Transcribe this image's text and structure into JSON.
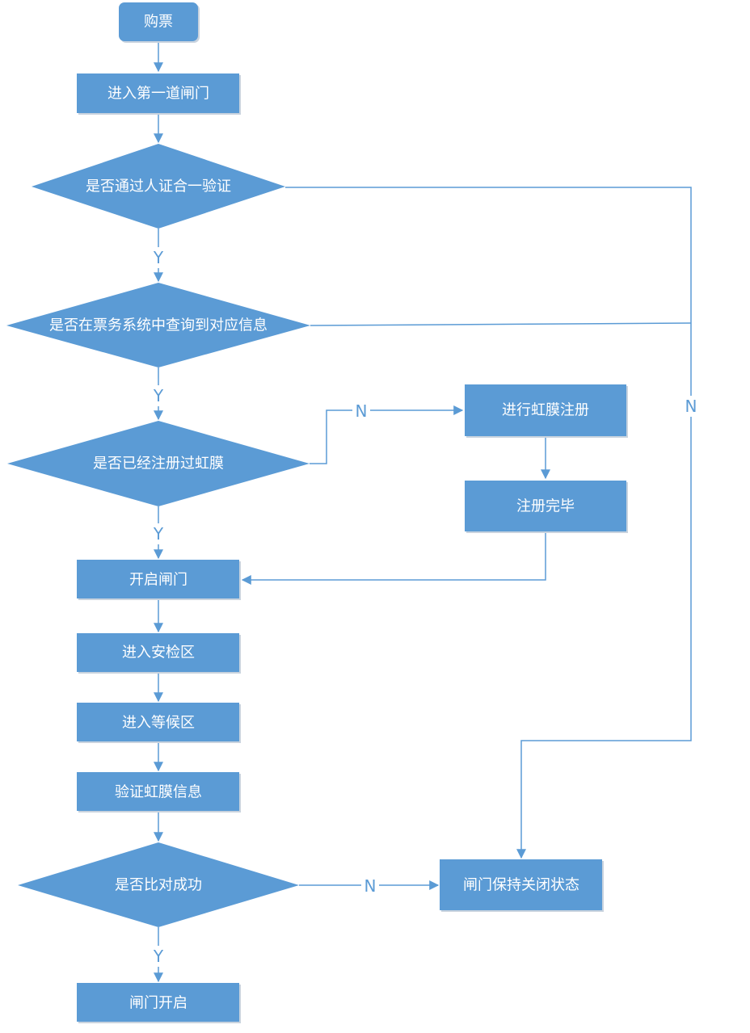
{
  "colors": {
    "node_fill": "#5b9bd5",
    "edge": "#5b9bd5",
    "node_text": "#ffffff",
    "shadow": "#c9d3de"
  },
  "nodes": {
    "buy_ticket": "购票",
    "enter_first_gate": "进入第一道闸门",
    "check_id_match": "是否通过人证合一验证",
    "check_ticket_system": "是否在票务系统中查询到对应信息",
    "check_iris_registered": "是否已经注册过虹膜",
    "register_iris": "进行虹膜注册",
    "registration_done": "注册完毕",
    "open_gate": "开启闸门",
    "enter_security": "进入安检区",
    "enter_waiting": "进入等候区",
    "verify_iris": "验证虹膜信息",
    "check_match": "是否比对成功",
    "gate_stays_closed": "闸门保持关闭状态",
    "gate_opens": "闸门开启"
  },
  "edge_labels": {
    "id_yes": "Y",
    "ticket_yes": "Y",
    "iris_no": "N",
    "fail_no": "N",
    "iris_yes": "Y",
    "match_no": "N",
    "match_yes": "Y"
  }
}
